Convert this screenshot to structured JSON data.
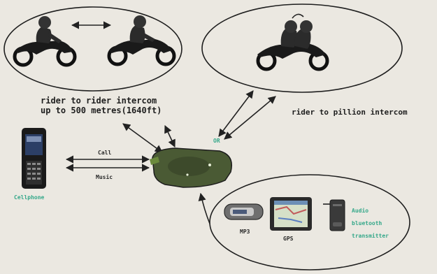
{
  "labels": {
    "rider_to_rider_line1": "rider to rider intercom",
    "rider_to_rider_line2": "up to 500 metres(1640ft)",
    "rider_to_pillion": "rider to pillion intercom",
    "or": "OR",
    "call": "Call",
    "music": "Music",
    "cellphone": "Cellphone",
    "mp3": "MP3",
    "gps": "GPS",
    "audio_line1": "Audio",
    "audio_line2": "bluetooth",
    "audio_line3": "transmitter"
  },
  "colors": {
    "label_green": "#35a88a",
    "device_green": "#5c6b3a",
    "line_dark": "#222222"
  }
}
